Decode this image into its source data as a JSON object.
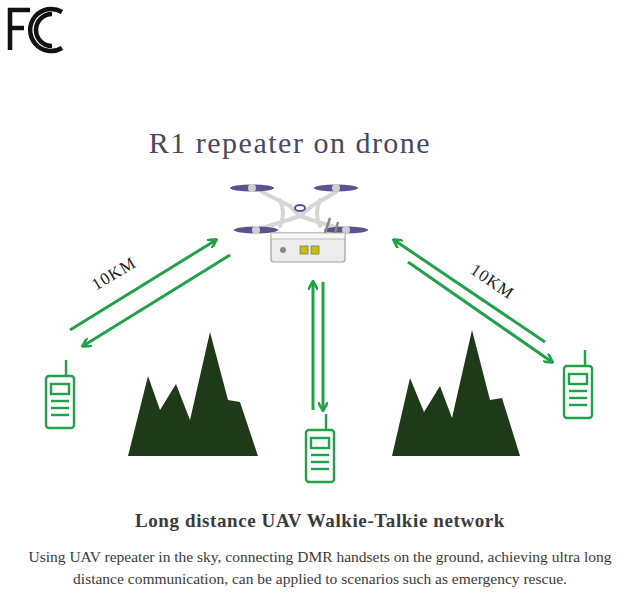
{
  "diagram": {
    "title": "R1 repeater on drone",
    "caption": "Long distance UAV Walkie-Talkie network",
    "labels": [
      "10KM",
      "10KM",
      "Using UAV repeater in the sky, connecting DMR handsets on the ground, achieving ultra long distance communication, can be applied to scenarios such as emergency rescue."
    ]
  }
}
